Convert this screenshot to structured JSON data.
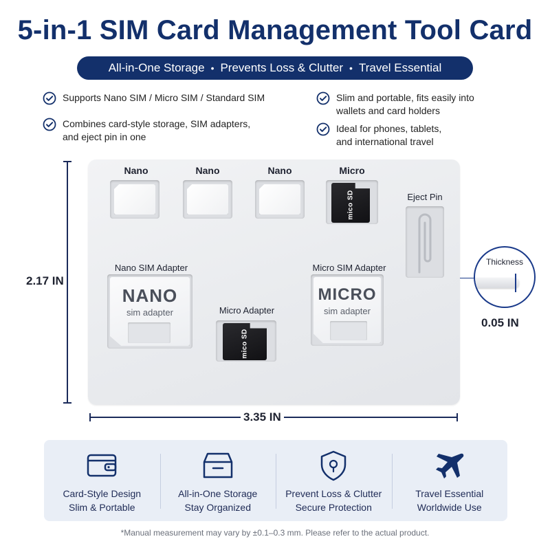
{
  "title": "5-in-1 SIM Card Management Tool Card",
  "banner": {
    "items": [
      "All-in-One Storage",
      "Prevents Loss & Clutter",
      "Travel Essential"
    ],
    "separator": "•"
  },
  "features": [
    "Supports Nano SIM / Micro SIM / Standard SIM",
    "Combines card-style storage, SIM adapters,\nand eject pin in one",
    "Slim and portable, fits easily into\nwallets and card holders",
    "Ideal for phones, tablets,\nand international travel"
  ],
  "card": {
    "slots": {
      "nano1": "Nano",
      "nano2": "Nano",
      "nano3": "Nano",
      "micro": "Micro",
      "eject_pin": "Eject Pin",
      "nano_adapter": "Nano SIM Adapter",
      "micro_adapter": "Micro Adapter",
      "micro_sim_adapter": "Micro SIM Adapter"
    },
    "adapter_text": {
      "nano_big": "NANO",
      "micro_big": "MICRO",
      "sub": "sim adapter"
    },
    "microsd_text": "mico SD"
  },
  "dimensions": {
    "height": "2.17 IN",
    "width": "3.35 IN",
    "thickness_label": "Thickness",
    "thickness": "0.05 IN"
  },
  "benefits": [
    {
      "icon": "wallet-icon",
      "line1": "Card-Style Design",
      "line2": "Slim & Portable"
    },
    {
      "icon": "storage-box-icon",
      "line1": "All-in-One Storage",
      "line2": "Stay Organized"
    },
    {
      "icon": "shield-icon",
      "line1": "Prevent Loss & Clutter",
      "line2": "Secure Protection"
    },
    {
      "icon": "airplane-icon",
      "line1": "Travel Essential",
      "line2": "Worldwide Use"
    }
  ],
  "note": "*Manual measurement may vary by ±0.1–0.3 mm. Please refer to the actual product.",
  "colors": {
    "brand": "#13306b",
    "accent": "#1a3a8a",
    "panel": "#e9eef6"
  }
}
